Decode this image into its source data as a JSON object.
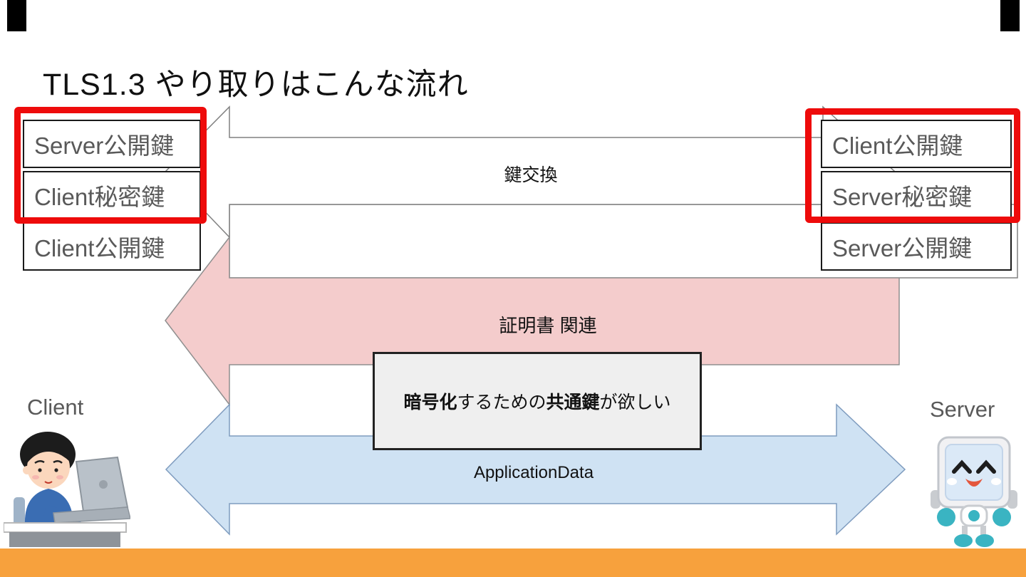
{
  "title": "TLS1.3 やり取りはこんな流れ",
  "left_keys": {
    "items": [
      "Server公開鍵",
      "Client秘密鍵",
      "Client公開鍵"
    ]
  },
  "right_keys": {
    "items": [
      "Client公開鍵",
      "Server秘密鍵",
      "Server公開鍵"
    ]
  },
  "arrows": {
    "key_exchange_label": "鍵交換",
    "certificate_label": "証明書 関連",
    "application_data_label": "ApplicationData"
  },
  "note": {
    "bold1": "暗号化 ",
    "normal1": "するための ",
    "bold2": "共通鍵 ",
    "normal2": "が欲しい"
  },
  "actors": {
    "client_label": "Client",
    "server_label": "Server"
  },
  "icons": {
    "left_illustration": "person-at-laptop-illustration",
    "right_illustration": "robot-illustration"
  },
  "colors": {
    "highlight_frame": "#ee0b0b",
    "key_exchange_fill": "#ffffff",
    "certificate_fill": "#f4cccc",
    "application_data_fill": "#cfe2f3",
    "note_fill": "#efefef",
    "bottom_bar": "#f7a13d",
    "key_text": "#595959",
    "arrow_outline": "#808080"
  }
}
